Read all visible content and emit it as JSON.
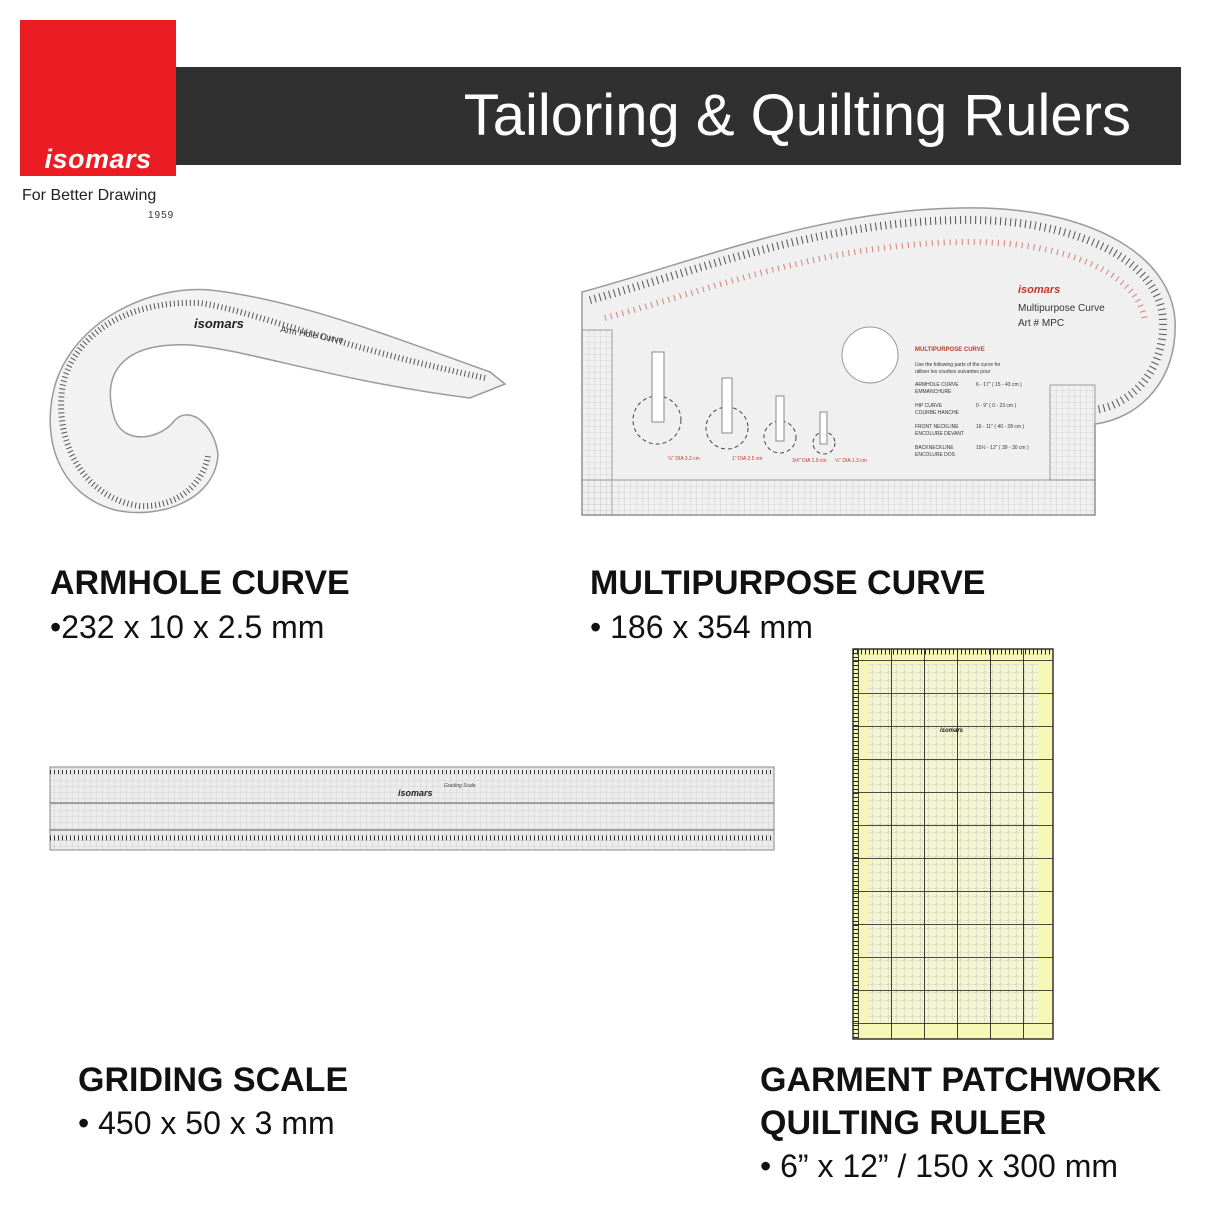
{
  "brand": {
    "logo_text": "isomars",
    "tagline": "For Better Drawing",
    "year": "1959",
    "accent_color": "#ec1c24",
    "bar_color": "#303030"
  },
  "title": "Tailoring & Quilting Rulers",
  "products": [
    {
      "name": "ARMHOLE CURVE",
      "spec": "•232 x 10 x 2.5 mm",
      "ruler_text": "Arm Hole Curve",
      "ruler_brand": "isomars"
    },
    {
      "name": "MULTIPURPOSE CURVE",
      "spec": "• 186 x 354 mm",
      "ruler_brand": "isomars",
      "ruler_text": [
        "Multipurpose Curve",
        "Art # MPC"
      ],
      "panel_title": "MULTIPURPOSE CURVE",
      "panel_intro": [
        "Use the following parts of the curve for",
        "utiliser les courbes suivantes pour"
      ],
      "panel_rows": [
        {
          "label": [
            "ARMHOLE CURVE",
            "EMMANCHURE"
          ],
          "value": "6 - 17\" ( 15 - 43 cm )"
        },
        {
          "label": [
            "HIP CURVE",
            "COURBE HANCHE"
          ],
          "value": "0 - 9\" ( 0 - 23 cm )"
        },
        {
          "label": [
            "FRONT NECKLINE",
            "ENCOLURE DEVANT"
          ],
          "value": "16 - 11\" ( 40 - 28 cm )"
        },
        {
          "label": [
            "BACKNECKLINE",
            "ENCOLURE DOS"
          ],
          "value": "15½ - 12\" ( 39 - 30 cm )"
        }
      ],
      "hole_labels": [
        "½\" DIA 3.2 cm",
        "1\" DIA 2.5 cm",
        "3/4\" DIA 1.9 cm",
        "½\" DIA 1.3 cm"
      ]
    },
    {
      "name": "GRIDING SCALE",
      "spec": "• 450 x 50 x 3 mm",
      "ruler_brand": "isomars",
      "ruler_text": "Grading Scale"
    },
    {
      "name_lines": [
        "GARMENT PATCHWORK",
        "QUILTING RULER"
      ],
      "spec": "• 6” x 12” / 150 x 300 mm",
      "ruler_brand": "isomars"
    }
  ]
}
